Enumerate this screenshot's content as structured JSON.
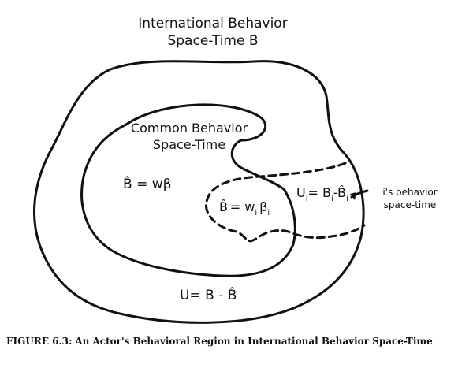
{
  "title": {
    "line1": "International Behavior",
    "line2": "Space-Time B"
  },
  "common_region": {
    "line1": "Common Behavior",
    "line2": "Space-Time"
  },
  "equations": {
    "b_hat": "B̂ = wβ",
    "b_hat_i_base": "B̂",
    "b_hat_i_sub": "i",
    "b_hat_i_rest": "= w",
    "b_hat_i_sub2": "i",
    "b_hat_i_beta": "β",
    "b_hat_i_sub3": "i",
    "u_i_base": "U",
    "u_i_sub": "i",
    "u_i_eq": "= B",
    "u_i_sub2": "i",
    "u_i_minus": "-B̂",
    "u_i_sub3": "i",
    "u": "U= B - B̂"
  },
  "annotation": {
    "line1": "i's behavior",
    "line2": "space-time"
  },
  "caption": {
    "tag": "FIGURE 6.3:",
    "text": "An Actor's Behavioral Region in International Behavior Space-Time"
  }
}
